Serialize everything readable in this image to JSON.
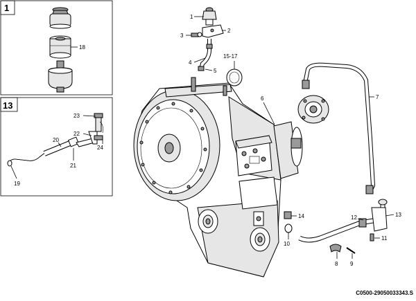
{
  "drawing_code": "C0500-29050033343.S",
  "inset_boxes": [
    {
      "label": "1",
      "callouts": [
        "18"
      ]
    },
    {
      "label": "13",
      "callouts": [
        "23",
        "22",
        "24",
        "20",
        "21",
        "19"
      ]
    }
  ],
  "callouts": {
    "c1": "1",
    "c2": "2",
    "c3": "3",
    "c4": "4",
    "c5": "5",
    "c6": "6",
    "c7": "7",
    "c8": "8",
    "c9": "9",
    "c10": "10",
    "c11": "11",
    "c12": "12",
    "c13": "13",
    "c14": "14",
    "c15_17": "15-17"
  }
}
